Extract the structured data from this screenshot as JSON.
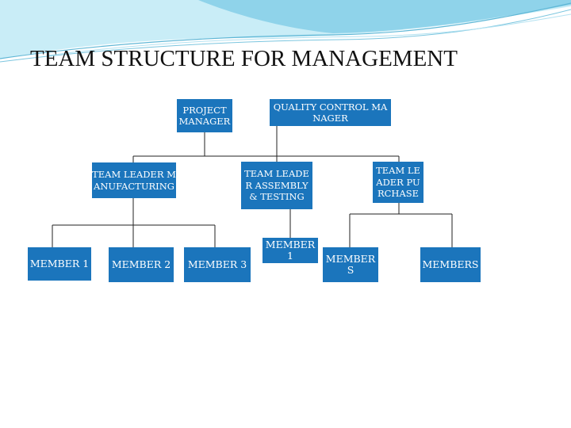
{
  "slide": {
    "title": "TEAM STRUCTURE FOR MANAGEMENT"
  },
  "colors": {
    "box_fill": "#1b75bc",
    "box_text": "#ffffff",
    "connector": "#222222",
    "title_text": "#111111",
    "wave_light": "#c9edf7",
    "wave_mid": "#8fd3ea",
    "wave_dark": "#5fb7d6"
  },
  "nodes": {
    "project_manager": "PROJECT MANAGER",
    "quality_control_manager": "QUALITY CONTROL MANAGER",
    "team_leader_manufacturing": "TEAM LEADER MANUFACTURING",
    "team_leader_assembly_testing": "TEAM LEADER ASSEMBLY & TESTING",
    "team_leader_purchase": "TEAM LEADER PURCHASE",
    "manufacturing_member_1": "MEMBER 1",
    "manufacturing_member_2": "MEMBER 2",
    "manufacturing_member_3": "MEMBER 3",
    "assembly_member_1": "MEMBER 1",
    "purchase_members_1": "MEMBERS",
    "purchase_members_2": "MEMBERS"
  }
}
